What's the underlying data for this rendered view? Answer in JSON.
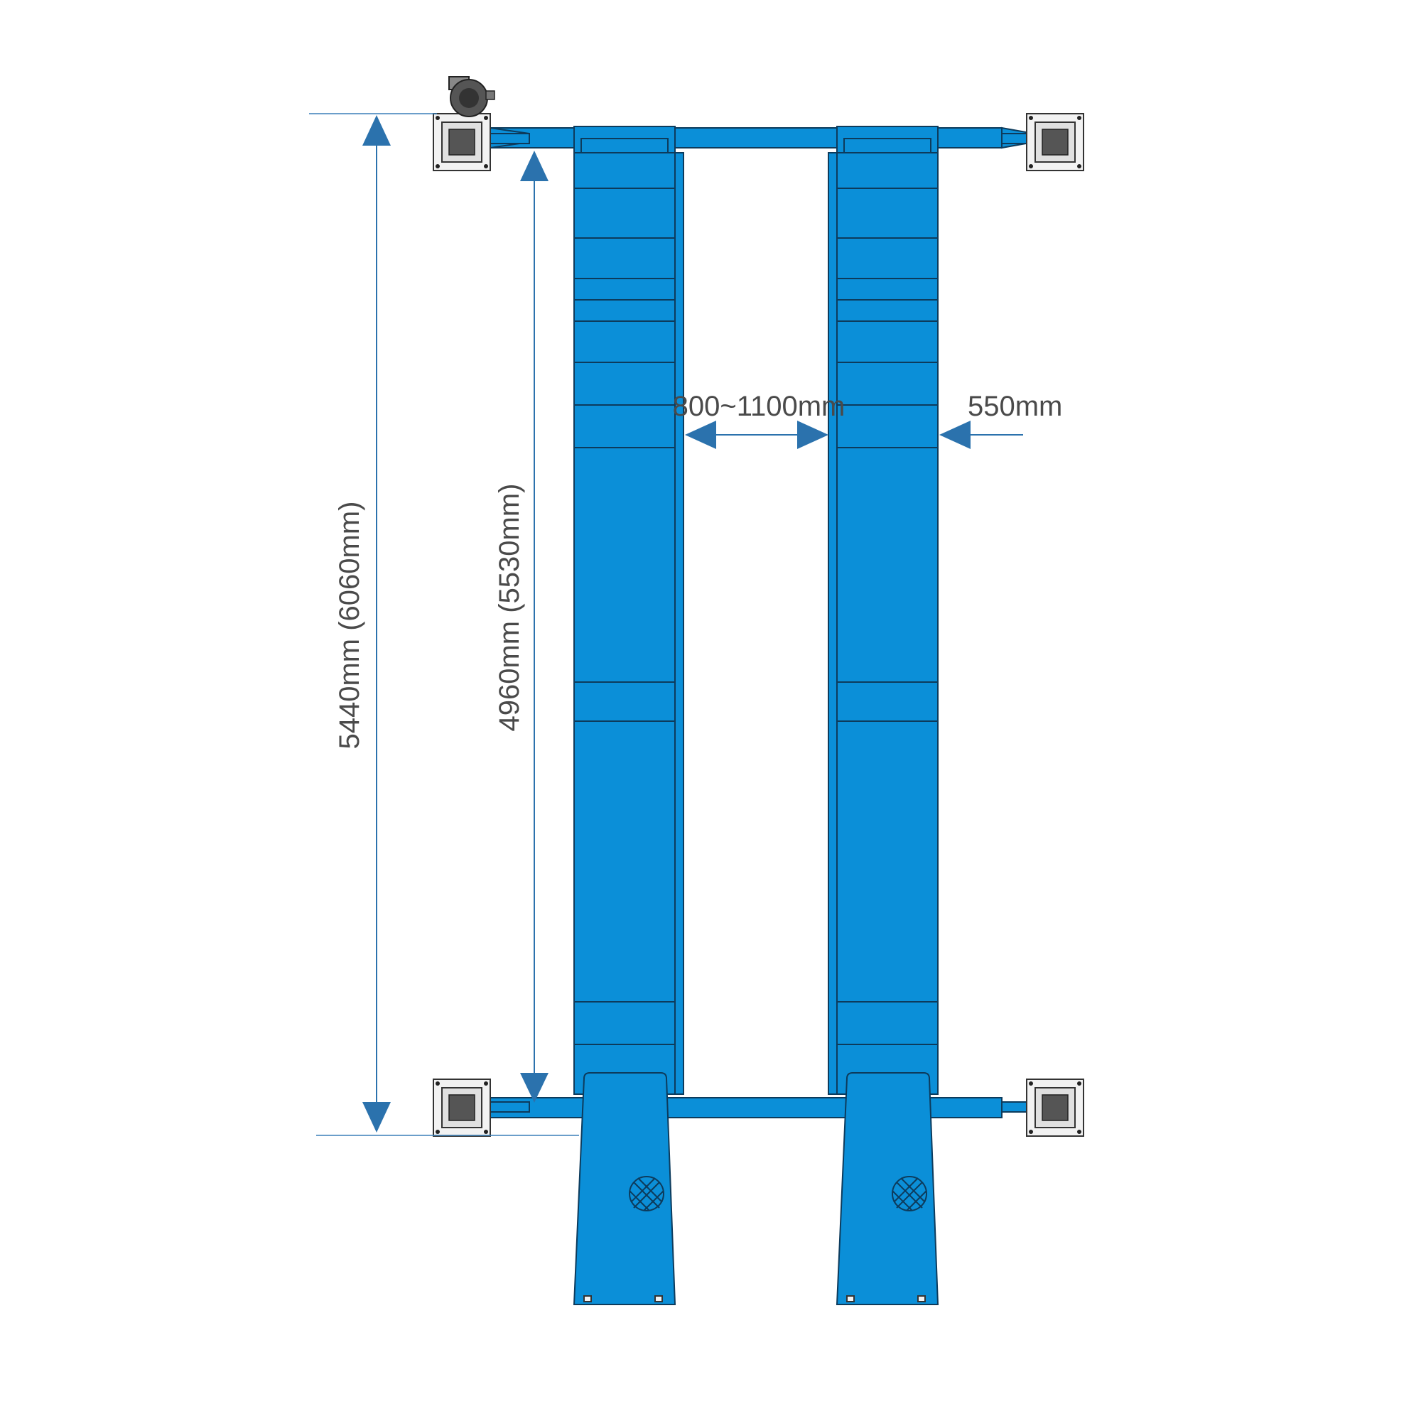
{
  "diagram": {
    "dimensions": {
      "overall_length": "5440mm (6060mm)",
      "runway_length": "4960mm (5530mm)",
      "inner_gap": "800~1100mm",
      "runway_width": "550mm"
    },
    "colors": {
      "runway_blue": "#0b8fd8",
      "outline": "#0d3b5c",
      "dimension_blue": "#2b72ad",
      "text_gray": "#4a4a4a"
    }
  }
}
